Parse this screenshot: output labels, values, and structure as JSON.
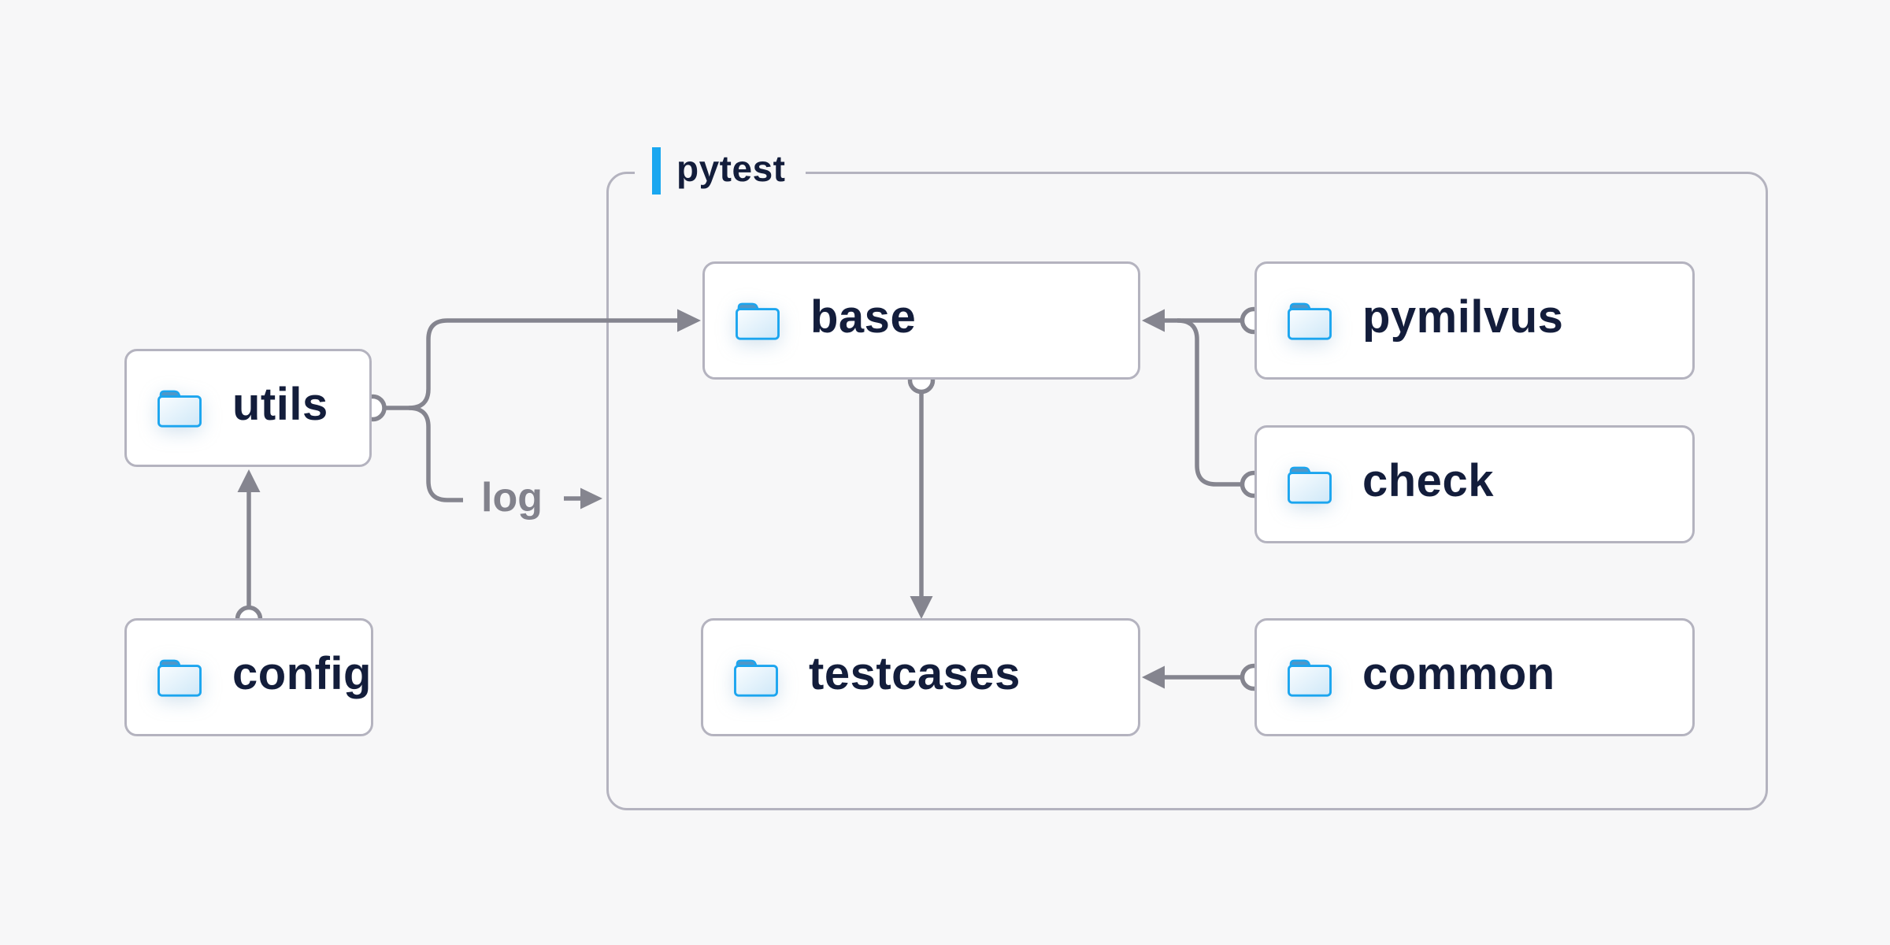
{
  "diagram": {
    "title_group": {
      "label": "pytest"
    },
    "nodes": [
      {
        "id": "utils",
        "label": "utils",
        "icon": "folder-icon"
      },
      {
        "id": "config",
        "label": "config",
        "icon": "folder-icon"
      },
      {
        "id": "base",
        "label": "base",
        "icon": "folder-icon"
      },
      {
        "id": "pymilvus",
        "label": "pymilvus",
        "icon": "folder-icon"
      },
      {
        "id": "check",
        "label": "check",
        "icon": "folder-icon"
      },
      {
        "id": "testcases",
        "label": "testcases",
        "icon": "folder-icon"
      },
      {
        "id": "common",
        "label": "common",
        "icon": "folder-icon"
      }
    ],
    "edges": [
      {
        "from": "utils",
        "to": "base"
      },
      {
        "from": "utils",
        "to": "pytest-group",
        "label": "log"
      },
      {
        "from": "config",
        "to": "utils"
      },
      {
        "from": "base",
        "to": "testcases"
      },
      {
        "from": "pymilvus",
        "to": "base"
      },
      {
        "from": "check",
        "to": "base"
      },
      {
        "from": "common",
        "to": "testcases"
      }
    ],
    "colors": {
      "background": "#f7f7f8",
      "node_background": "#ffffff",
      "border": "#b4b3bf",
      "connector": "#85858f",
      "accent_blue": "#1aa7f0",
      "text_dark": "#131d3b",
      "text_muted": "#82828c"
    }
  }
}
